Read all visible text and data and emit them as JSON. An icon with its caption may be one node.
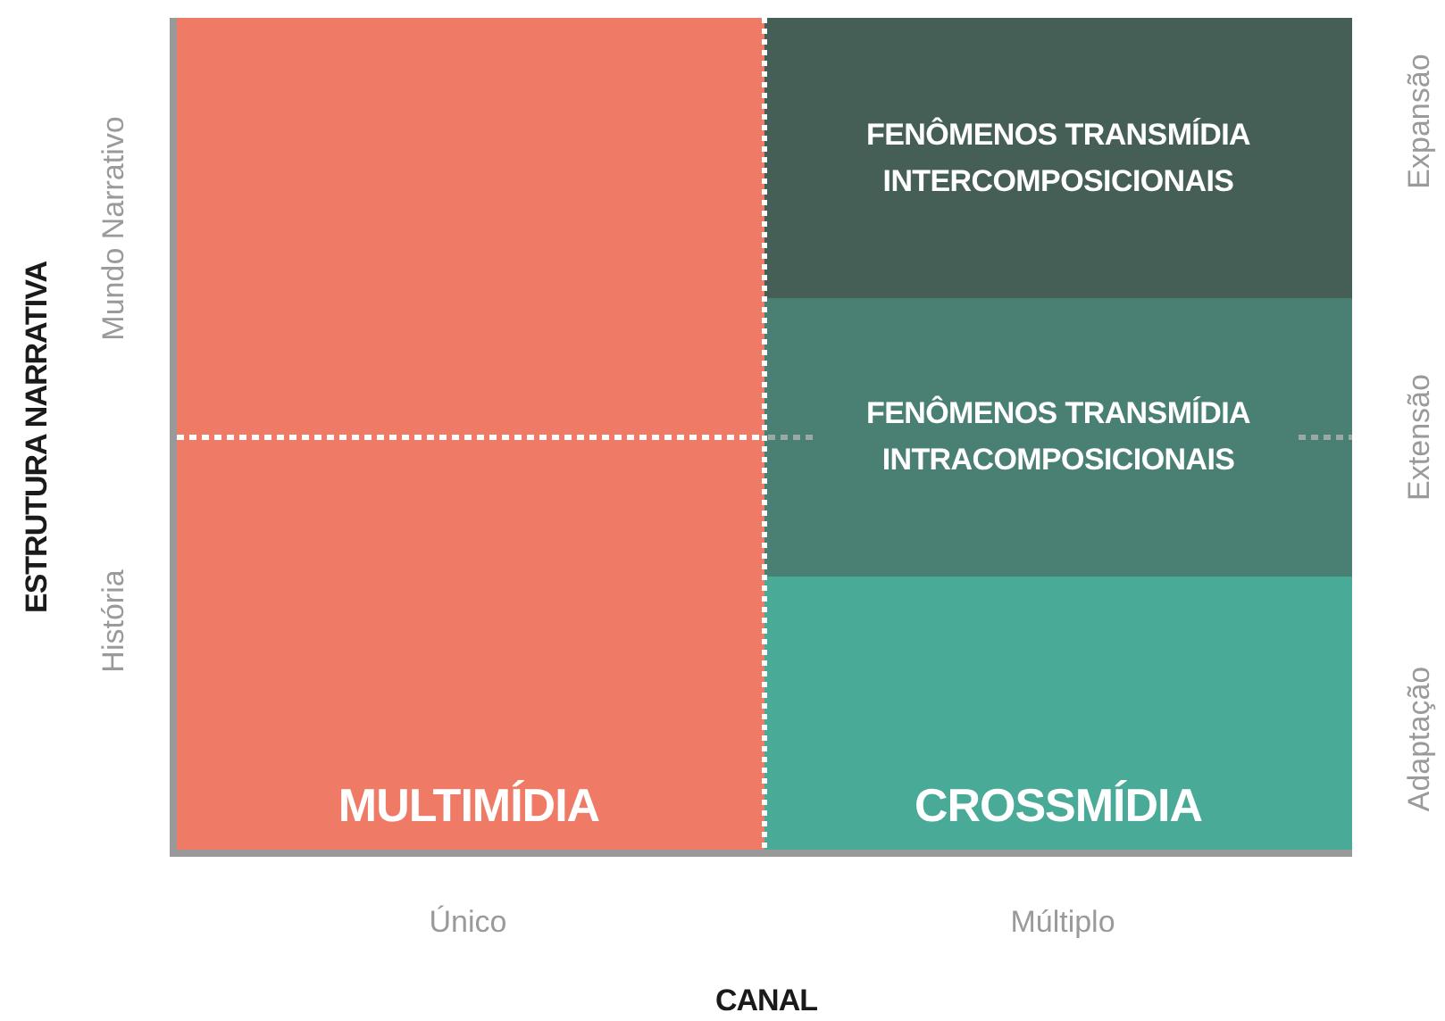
{
  "diagram": {
    "nodes": [
      {
        "text": [
          "MULTIMÍDIA"
        ]
      },
      {
        "text": [
          "FENÔMENOS TRANSMÍDIA INTERCOMPOSICIONAIS"
        ]
      },
      {
        "text": [
          "FENÔMENOS TRANSMÍDIA INTRACOMPOSICIONAIS"
        ]
      },
      {
        "text": [
          "CROSSMÍDIA"
        ]
      }
    ],
    "labels": [
      "ESTRUTURA NARRATIVA",
      "Mundo Narrativo",
      "Expansão",
      "Extensão",
      "História",
      "Adaptação",
      "Único",
      "Múltiplo",
      "CANAL"
    ]
  }
}
